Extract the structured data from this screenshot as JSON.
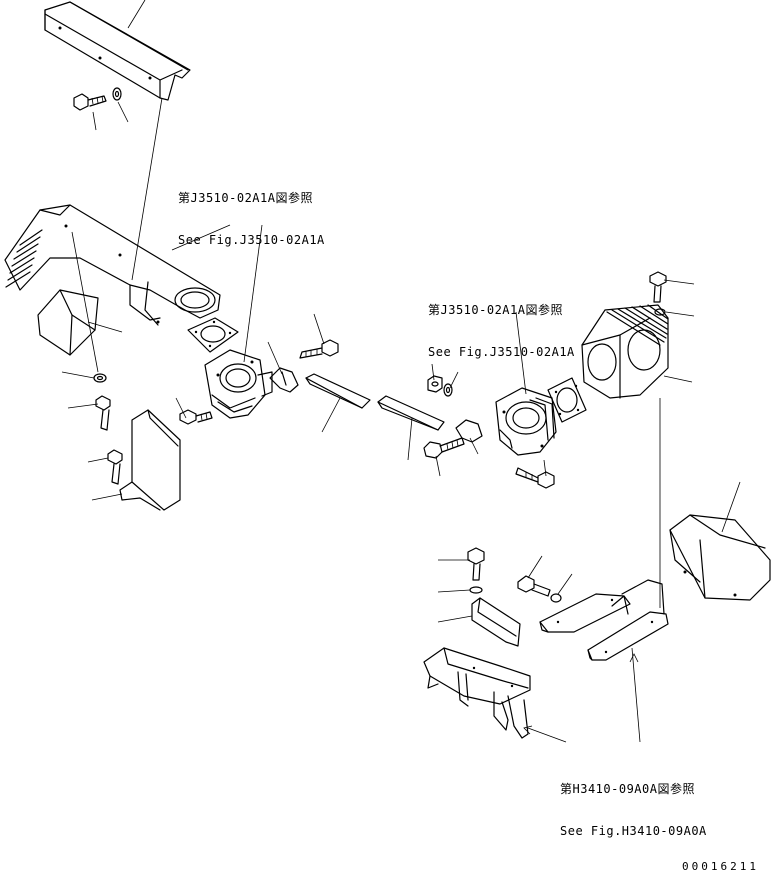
{
  "references": [
    {
      "jp": "第J3510-02A1A図参照",
      "en": "See Fig.J3510-02A1A"
    },
    {
      "jp": "第J3510-02A1A図参照",
      "en": "See Fig.J3510-02A1A"
    },
    {
      "jp": "第H3410-09A0A図参照",
      "en": "See Fig.H3410-09A0A"
    }
  ],
  "drawing_number": "00016211"
}
